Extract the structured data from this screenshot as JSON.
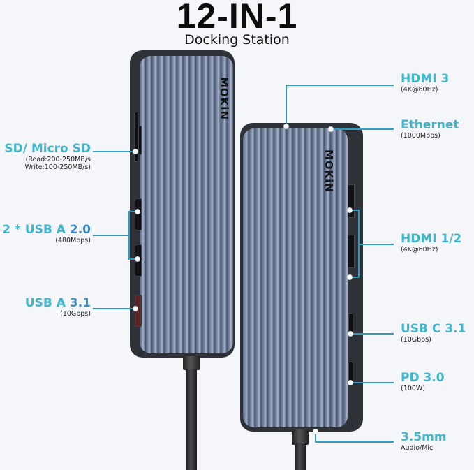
{
  "header": {
    "title": "12-IN-1",
    "subtitle": "Docking Station"
  },
  "brand": "MOKiN",
  "left_labels": [
    {
      "main": "SD/ Micro SD",
      "sub": [
        "(Read:200-250MB/s",
        "Write:100-250MB/s)"
      ]
    },
    {
      "main_prefix": "2 * USB A ",
      "main_version": "2.0",
      "sub": [
        "(480Mbps)"
      ]
    },
    {
      "main_prefix": "USB A ",
      "main_version": "3.1",
      "sub": [
        "(10Gbps)"
      ]
    }
  ],
  "right_labels": [
    {
      "main": "HDMI 3",
      "sub": [
        "(4K@60Hz)"
      ]
    },
    {
      "main": "Ethernet",
      "sub": [
        "(1000Mbps)"
      ]
    },
    {
      "main": "HDMI 1/2",
      "sub": [
        "(4K@60Hz)"
      ]
    },
    {
      "main": "USB C 3.1",
      "sub": [
        "(10Gbps)"
      ]
    },
    {
      "main": "PD 3.0",
      "sub": [
        "(100W)"
      ]
    },
    {
      "main": "3.5mm",
      "sub": [
        "Audio/Mic"
      ]
    }
  ],
  "colors": {
    "accent": "#3fb6d0",
    "accent_dark": "#3a8fd0",
    "line": "#2f9cc1",
    "background": "#f4f6f9",
    "device_body": "#6f7d98"
  }
}
